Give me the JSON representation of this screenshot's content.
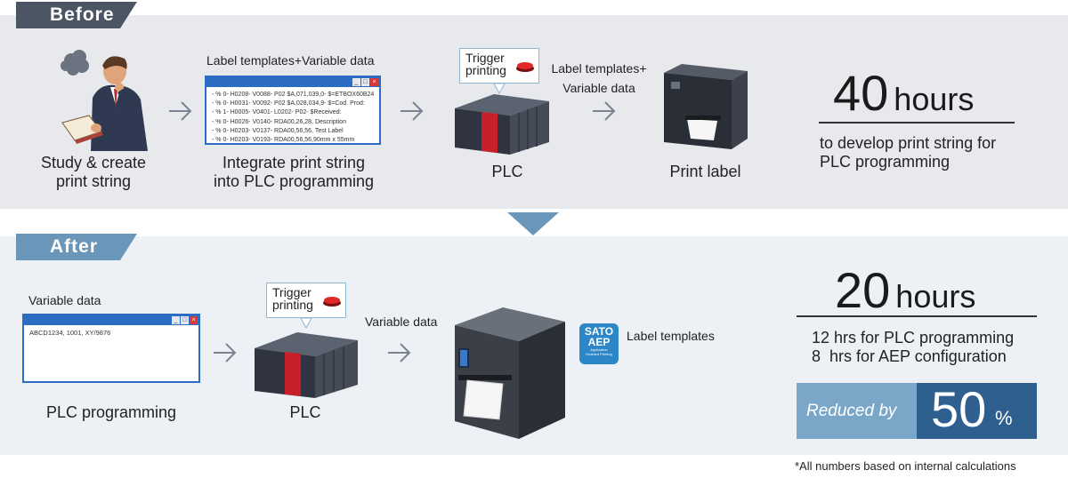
{
  "before": {
    "tag": "Before",
    "step1": {
      "caption_line1": "Study & create",
      "caption_line2": "print string"
    },
    "step2": {
      "header": "Label templates+Variable data",
      "window_lines": [
        "- % 0- H0208- V0088- P02 $A,071,039,0- $=ETBOX60B24",
        "- % 0- H0031- V0092- P02 $A,028,034,9- $=Cod. Prod:",
        "- % 1- H0005- V0401- L0202- P02- $Received:",
        "- % 0- H0026- V0140- RDA00,26,28, Description",
        "- % 0- H0203- V0137- RDA00,56,56, Test Label",
        "- % 0- H0203- V0193- RDA00,56,56,90mm x 55mm"
      ],
      "caption_line1": "Integrate print string",
      "caption_line2": "into PLC programming"
    },
    "plc": {
      "trigger_line1": "Trigger",
      "trigger_line2": "printing",
      "caption": "PLC"
    },
    "link_label_line1": "Label templates+",
    "link_label_line2": "Variable data",
    "printer": {
      "caption": "Print label"
    },
    "stat": {
      "number": "40",
      "unit": "hours",
      "line1": "to develop print string for",
      "line2": "PLC programming"
    }
  },
  "after": {
    "tag": "After",
    "step1": {
      "header": "Variable data",
      "window_text": "ABCD1234, 1001, XY/9876",
      "caption": "PLC programming"
    },
    "plc": {
      "trigger_line1": "Trigger",
      "trigger_line2": "printing",
      "caption": "PLC"
    },
    "link_label": "Variable data",
    "sato_badge": {
      "line1": "SATO",
      "line2": "AEP",
      "line3": "Application",
      "line4": "Enabled Printing"
    },
    "templates_label": "Label templates",
    "stat": {
      "number": "20",
      "unit": "hours",
      "line1": "12 hrs for PLC programming",
      "line2": "8  hrs for AEP configuration"
    },
    "reduced": {
      "label": "Reduced by",
      "number": "50",
      "unit": "%"
    }
  },
  "footnote": "*All numbers based on internal calculations",
  "colors": {
    "before_panel": "#e7e9ed",
    "after_panel": "#edf1f6",
    "tag_before": "#4c5563",
    "tag_after": "#6a97b9",
    "accent_blue": "#2f5f8e",
    "plc_red": "#c8202a",
    "window_blue": "#2c6cc2"
  }
}
